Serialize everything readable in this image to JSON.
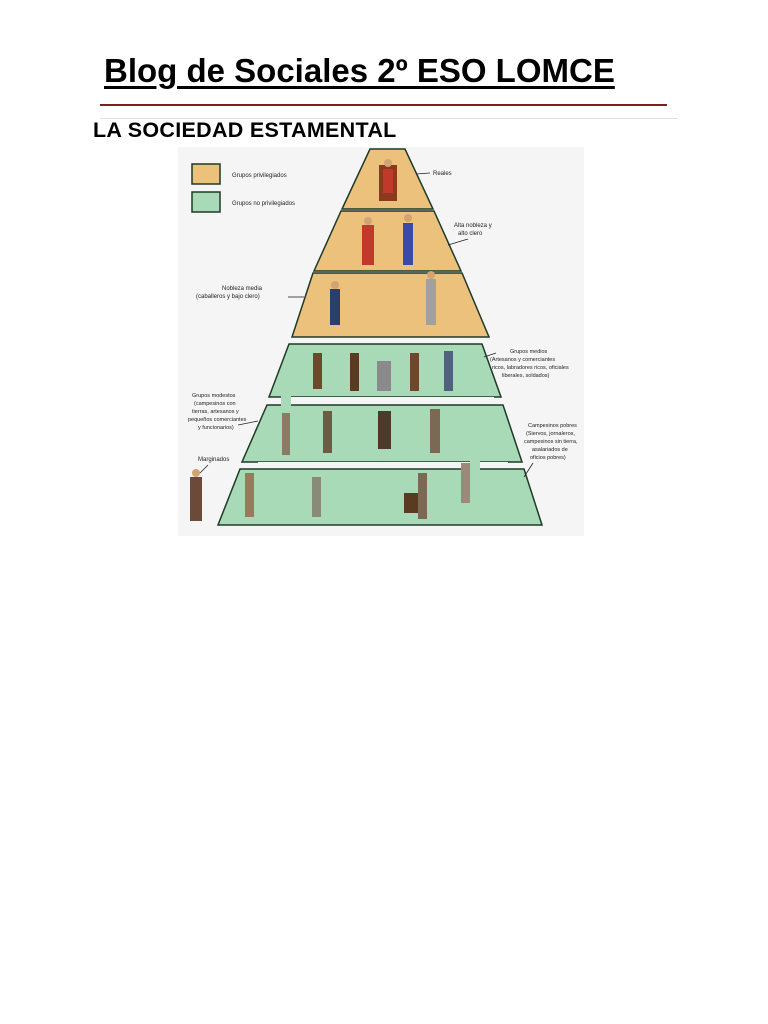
{
  "header": {
    "blog_title": "Blog de Sociales 2º ESO LOMCE"
  },
  "section": {
    "title": "LA SOCIEDAD ESTAMENTAL"
  },
  "figure": {
    "colors": {
      "privileged": "#ebc17c",
      "non_privileged": "#a8dab7",
      "outline": "#1e3a28"
    },
    "legend": {
      "privileged": "Grupos privilegiados",
      "non_privileged": "Grupos no privilegiados"
    },
    "labels": {
      "kings": "Reales",
      "high_nobles_1": "Alta nobleza y",
      "high_nobles_2": "alto clero",
      "low_nobles_1": "Nobleza media",
      "low_nobles_2": "(caballeros y bajo clero)",
      "rich_1": "Grupos medios",
      "rich_2": "(Artesanos y comerciantes",
      "rich_3": "ricos, labradores ricos, oficiales",
      "rich_4": "liberales, soldados)",
      "modest_1": "Grupos modestos",
      "modest_2": "(campesinos con",
      "modest_3": "tierras, artesanos y",
      "modest_4": "pequeños comerciantes",
      "modest_5": "y funcionarios)",
      "poor_1": "Campesinos pobres",
      "poor_2": "(Siervos, jornaleros,",
      "poor_3": "campesinos sin tierra,",
      "poor_4": "asalariados de",
      "poor_5": "oficios pobres)",
      "marginal": "Marginados"
    }
  }
}
